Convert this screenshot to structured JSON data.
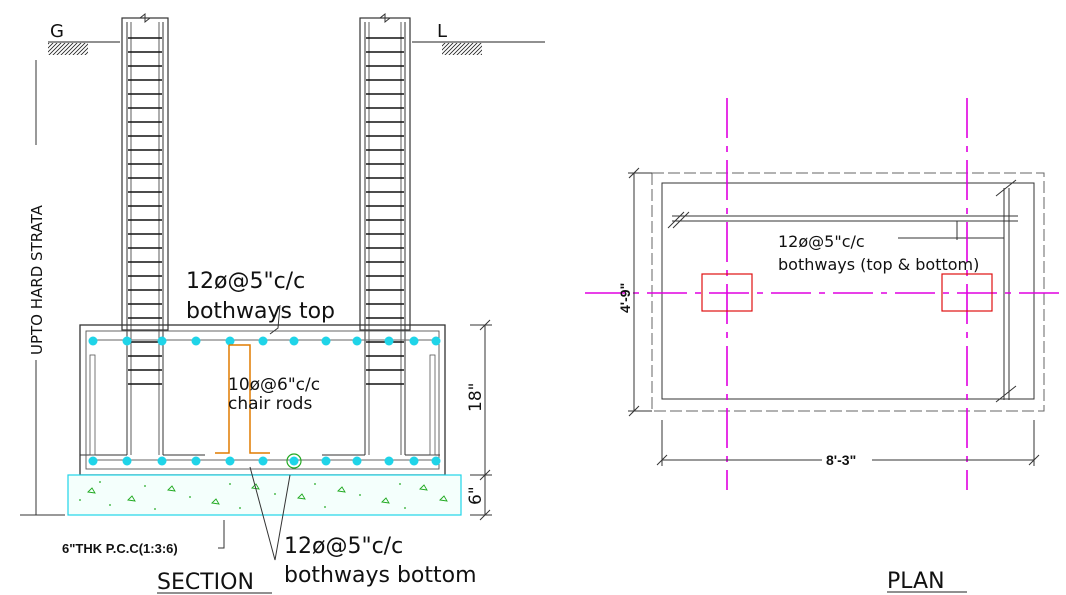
{
  "section": {
    "title": "SECTION",
    "ground_left": "G",
    "ground_right": "L",
    "side_label": "UPTO HARD STRATA",
    "top_bars": "12ø@5\"c/c",
    "top_bars_note": "bothways top",
    "chair_bars": "10ø@6\"c/c",
    "chair_note": "chair rods",
    "bottom_bars": "12ø@5\"c/c",
    "bottom_bars_note": "bothways bottom",
    "pcc_label": "6\"THK P.C.C(1:3:6)",
    "depth_footing": "18\"",
    "depth_pcc": "6\""
  },
  "plan": {
    "title": "PLAN",
    "bars": "12ø@5\"c/c",
    "bars_note": "bothways (top & bottom)",
    "width_dim": "4'-9\"",
    "length_dim": "8'-3\""
  },
  "colors": {
    "rebar": "#1fd4e8",
    "chair": "#e07b00",
    "pcc": "#22aa22",
    "centerline": "#e000e0",
    "column": "#e01010"
  }
}
